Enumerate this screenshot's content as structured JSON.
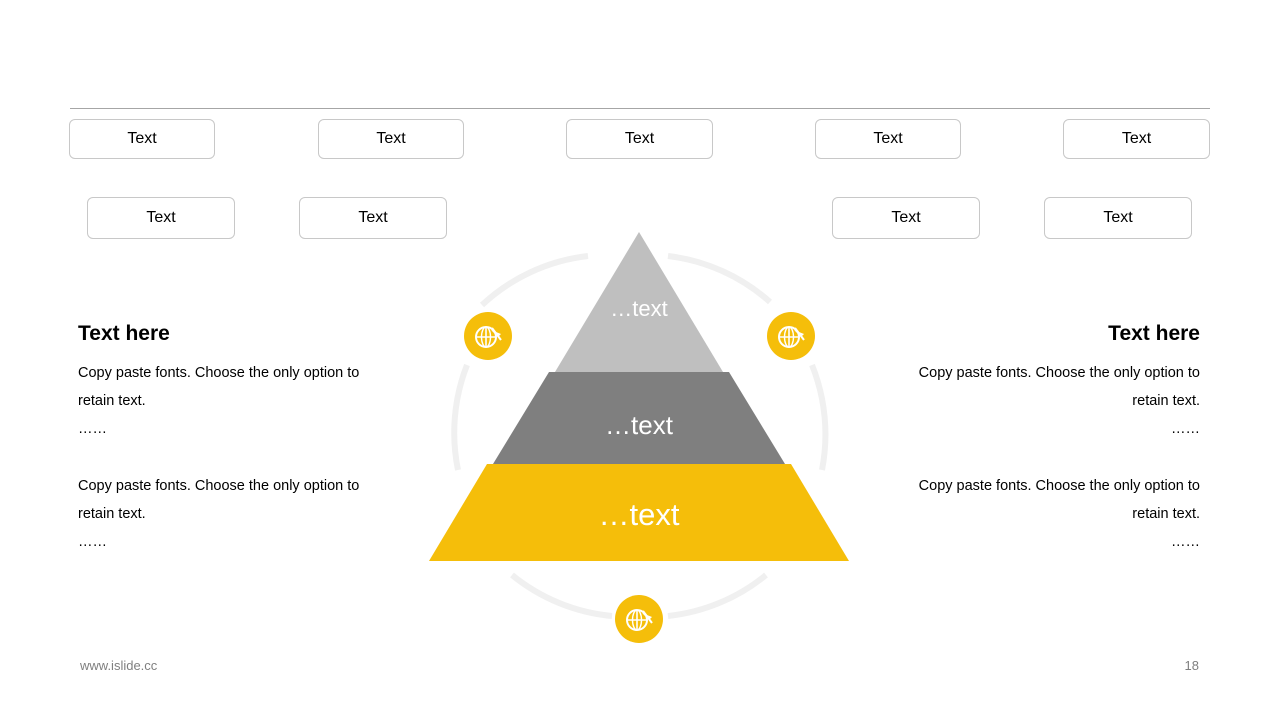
{
  "tags_row1": [
    "Text",
    "Text",
    "Text",
    "Text",
    "Text"
  ],
  "tags_row2": [
    "Text",
    "Text",
    "Text",
    "Text"
  ],
  "pyramid": {
    "top": "…text",
    "middle": "…text",
    "bottom": "…text"
  },
  "left_block": {
    "title": "Text here",
    "paragraphs": [
      {
        "line1": "Copy paste fonts. Choose the only option to",
        "line2": "retain text.",
        "ellipsis": "……"
      },
      {
        "line1": "Copy paste fonts. Choose the only option to",
        "line2": "retain text.",
        "ellipsis": "……"
      }
    ]
  },
  "right_block": {
    "title": "Text here",
    "paragraphs": [
      {
        "line1": "Copy paste fonts. Choose the only option to",
        "line2": "retain text.",
        "ellipsis": "……"
      },
      {
        "line1": "Copy paste fonts. Choose the only option to",
        "line2": "retain text.",
        "ellipsis": "……"
      }
    ]
  },
  "icons": [
    "globe-plane-icon",
    "globe-plane-icon",
    "globe-plane-icon"
  ],
  "colors": {
    "accent": "#F5BE0A",
    "tier_top": "#BFBFBF",
    "tier_middle": "#7F7F7F",
    "tier_bottom": "#F5BE0A",
    "ring": "#F0F0F0"
  },
  "footer": {
    "website": "www.islide.cc",
    "page_number": "18"
  }
}
